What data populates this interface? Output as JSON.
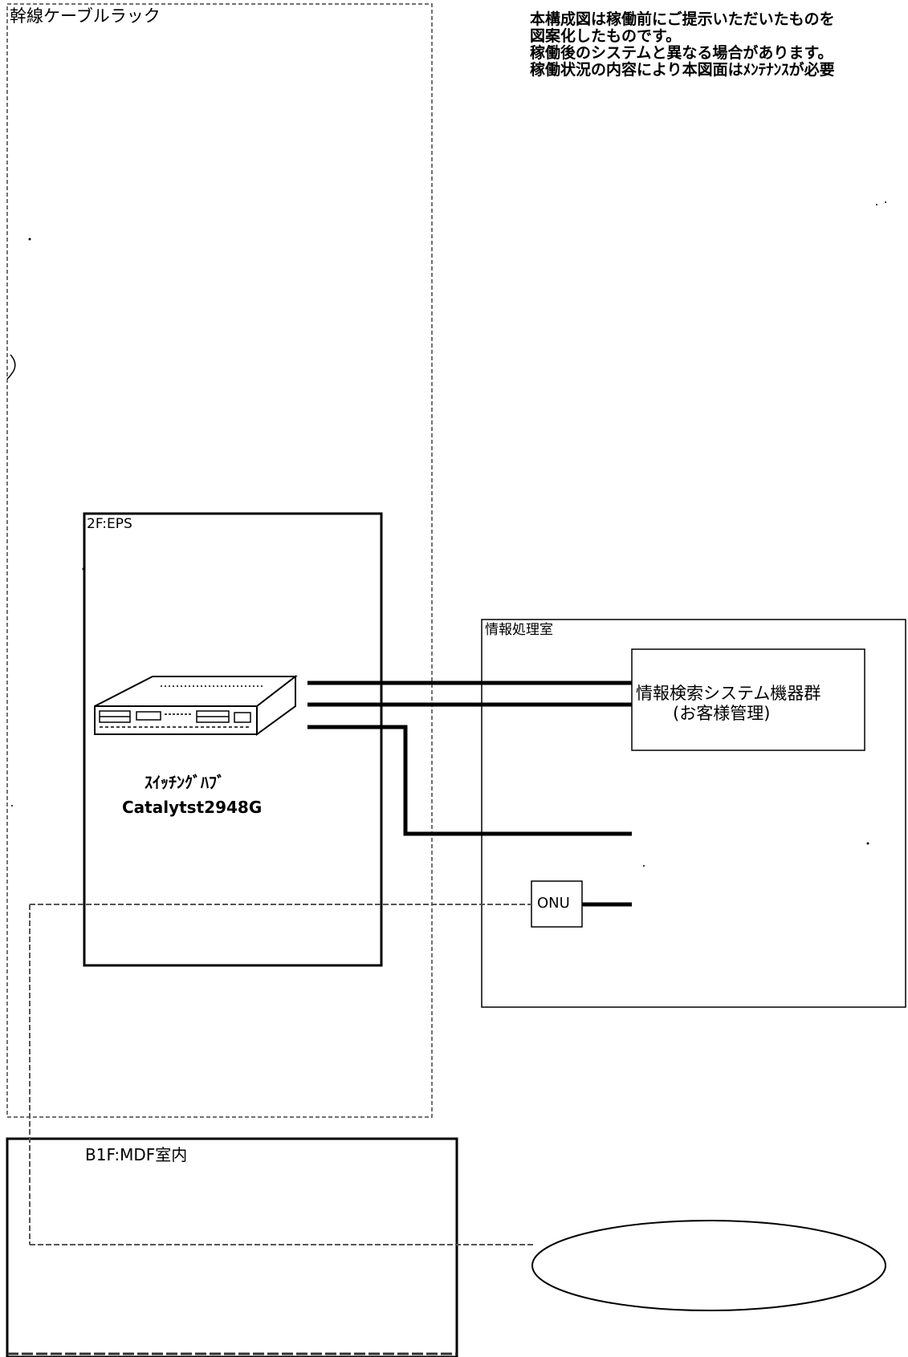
{
  "notes": [
    "本構成図は稼働前にご提示いただいたものを",
    "図案化したものです。",
    "稼働後のシステムと異なる場合があります。",
    "稼働状況の内容により本図面はﾒﾝﾃﾅﾝｽが必要"
  ],
  "zones": {
    "trunk_rack": "幹線ケーブルラック",
    "eps_2f": "2F:EPS",
    "info_room": "情報処理室",
    "mdf_b1f": "B1F:MDF室内"
  },
  "devices": {
    "switch_name": "ｽｲｯﾁﾝｸﾞﾊﾌﾞ",
    "switch_model": "Catalytst2948G",
    "server_group": "情報検索システム機器群",
    "server_group_note": "(お客様管理)",
    "onu": "ONU"
  },
  "colors": {
    "line": "#000000",
    "dashed": "#555555",
    "background": "#ffffff"
  }
}
